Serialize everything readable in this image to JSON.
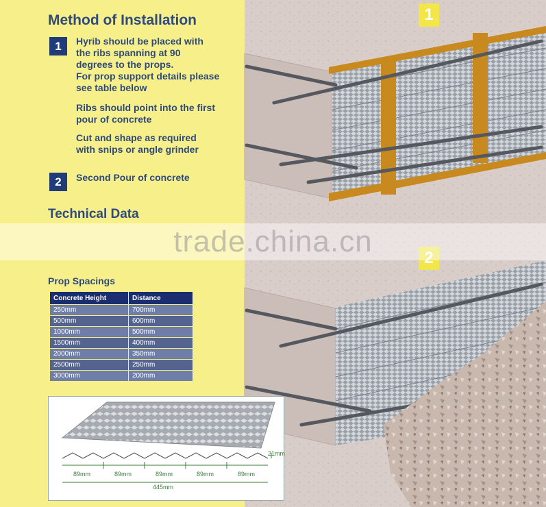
{
  "install": {
    "heading": "Method of Installation",
    "steps": [
      {
        "num": "1",
        "paras": [
          "Hyrib should be placed with\nthe ribs spanning at 90\ndegrees to the props.\nFor prop support details please\nsee table below",
          "Ribs should point into the first\npour of concrete",
          "Cut and shape as required\nwith snips or angle grinder"
        ]
      },
      {
        "num": "2",
        "paras": [
          "Second Pour of concrete"
        ]
      }
    ]
  },
  "technical": {
    "heading": "Technical Data",
    "prop_title": "Prop Spacings",
    "columns": [
      "Concrete Height",
      "Distance"
    ],
    "rows": [
      [
        "250mm",
        "700mm"
      ],
      [
        "500mm",
        "600mm"
      ],
      [
        "1000mm",
        "500mm"
      ],
      [
        "1500mm",
        "400mm"
      ],
      [
        "2000mm",
        "350mm"
      ],
      [
        "2500mm",
        "250mm"
      ],
      [
        "3000mm",
        "200mm"
      ]
    ]
  },
  "profile": {
    "rib_height": "21mm",
    "pitches": [
      "89mm",
      "89mm",
      "89mm",
      "89mm",
      "89mm"
    ],
    "total": "445mm"
  },
  "figures": {
    "badge1": "1",
    "badge2": "2"
  },
  "watermark": "trade.china.cn",
  "colors": {
    "background": "#f7f08a",
    "navy": "#1f3b7a",
    "heading": "#2f4a7c",
    "badge": "#f3e64a"
  }
}
